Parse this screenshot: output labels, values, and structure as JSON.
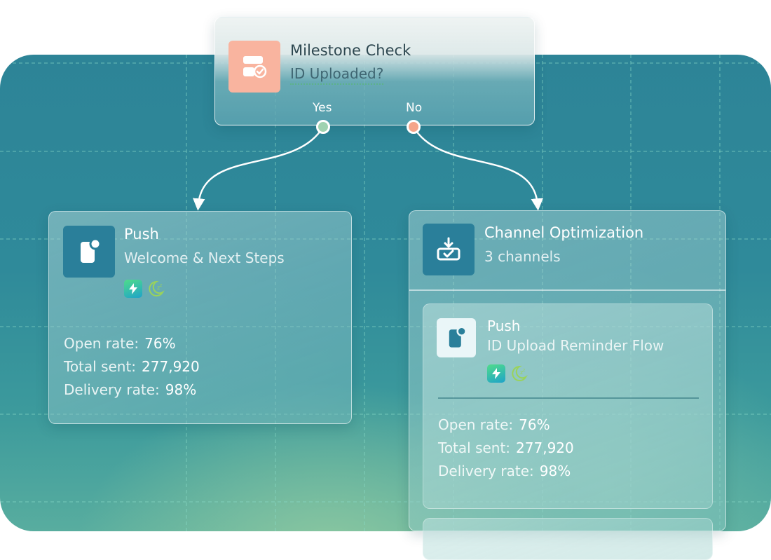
{
  "milestone": {
    "title": "Milestone Check",
    "condition": "ID Uploaded?",
    "yes_label": "Yes",
    "no_label": "No",
    "icon": "milestone-check-icon",
    "accent_color": "#f9b49f"
  },
  "push_node": {
    "title": "Push",
    "subtitle": "Welcome & Next Steps",
    "icon": "push-notification-icon",
    "badges": [
      "bolt-icon",
      "quiet-hours-moon-icon"
    ],
    "stats": [
      {
        "label": "Open rate:",
        "value": "76%"
      },
      {
        "label": "Total sent:",
        "value": "277,920"
      },
      {
        "label": "Delivery rate:",
        "value": "98%"
      }
    ]
  },
  "channel_node": {
    "title": "Channel Optimization",
    "subtitle": "3 channels",
    "icon": "channel-inbox-check-icon",
    "sub": {
      "title": "Push",
      "subtitle": "ID Upload Reminder Flow",
      "icon": "push-notification-icon",
      "badges": [
        "bolt-icon",
        "quiet-hours-moon-icon"
      ],
      "stats": [
        {
          "label": "Open rate:",
          "value": "76%"
        },
        {
          "label": "Total sent:",
          "value": "277,920"
        },
        {
          "label": "Delivery rate:",
          "value": "98%"
        }
      ]
    }
  },
  "colors": {
    "canvas": "#2d8497",
    "icon_tile": "#2a7f9a",
    "yes_port": "#9fd2b0",
    "no_port": "#f5a58a"
  }
}
